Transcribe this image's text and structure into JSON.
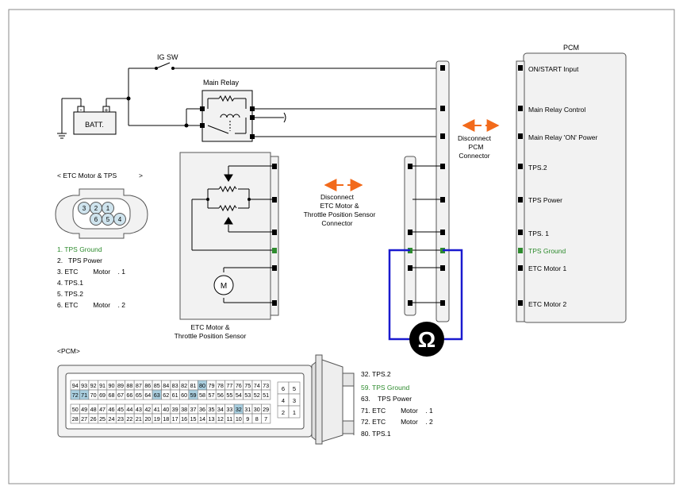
{
  "pcm": {
    "title": "PCM",
    "pins": [
      "ON/START Input",
      "Main Relay Control",
      "Main Relay 'ON' Power",
      "TPS.2",
      "TPS Power",
      "TPS. 1",
      "TPS Ground",
      "ETC Motor 1",
      "ETC Motor 2"
    ]
  },
  "ig_sw": "IG SW",
  "main_relay": "Main Relay",
  "battery": {
    "label": "BATT.",
    "minus": "-",
    "plus": "+"
  },
  "disconnect_pcm": [
    "Disconnect",
    "PCM",
    "Connector"
  ],
  "disconnect_etc": [
    "Disconnect",
    "ETC Motor &",
    "Throttle Position Sensor",
    "Connector"
  ],
  "etc_unit_label": [
    "ETC Motor &",
    "Throttle Position Sensor"
  ],
  "motor_symbol": "M",
  "ohm_symbol": "Ω",
  "etc_connector": {
    "title": "< ETC Motor & TPS",
    "title_close": ">",
    "pin_numbers": [
      "3",
      "2",
      "1",
      "6",
      "5",
      "4"
    ],
    "legend": [
      "1. TPS Ground",
      "2.   TPS Power",
      "3. ETC        Motor    . 1",
      "4. TPS.1",
      "5. TPS.2",
      "6. ETC        Motor    . 2"
    ]
  },
  "pcm_connector": {
    "title": "<PCM>",
    "row1": [
      "94",
      "93",
      "92",
      "91",
      "90",
      "89",
      "88",
      "87",
      "86",
      "85",
      "84",
      "83",
      "82",
      "81",
      "80",
      "79",
      "78",
      "77",
      "76",
      "75",
      "74",
      "73"
    ],
    "row2": [
      "72",
      "71",
      "70",
      "69",
      "68",
      "67",
      "66",
      "65",
      "64",
      "63",
      "62",
      "61",
      "60",
      "59",
      "58",
      "57",
      "56",
      "55",
      "54",
      "53",
      "52",
      "51"
    ],
    "row3": [
      "50",
      "49",
      "48",
      "47",
      "46",
      "45",
      "44",
      "43",
      "42",
      "41",
      "40",
      "39",
      "38",
      "37",
      "36",
      "35",
      "34",
      "33",
      "32",
      "31",
      "30",
      "29"
    ],
    "row4": [
      "28",
      "27",
      "26",
      "25",
      "24",
      "23",
      "22",
      "21",
      "20",
      "19",
      "18",
      "17",
      "16",
      "15",
      "14",
      "13",
      "12",
      "11",
      "10",
      "9",
      "8",
      "7"
    ],
    "side": [
      "6",
      "5",
      "4",
      "3",
      "2",
      "1"
    ],
    "legend": [
      "32. TPS.2",
      "59. TPS Ground",
      "63.    TPS Power",
      "71. ETC        Motor    . 1",
      "72. ETC        Motor    . 2",
      "80. TPS.1"
    ]
  },
  "colors": {
    "green": "#2e8b2e",
    "orange": "#f26a1b",
    "blue": "#1a1acf",
    "highlight": "#a9cfe0",
    "pin_fill": "#cfe4ee"
  }
}
